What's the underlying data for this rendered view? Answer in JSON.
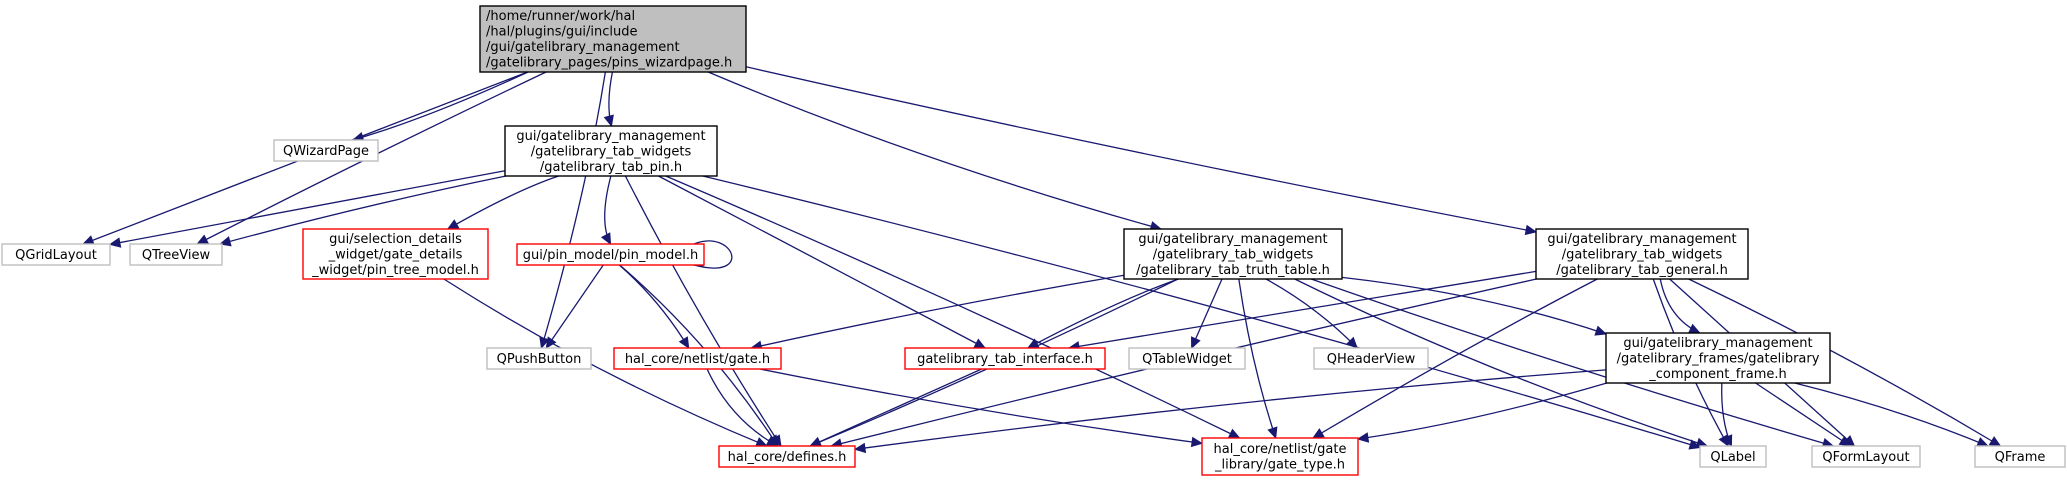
{
  "nodes": {
    "root": {
      "lines": [
        "/home/runner/work/hal",
        "/hal/plugins/gui/include",
        "/gui/gatelibrary_management",
        "/gatelibrary_pages/pins_wizardpage.h"
      ],
      "fill": "#bfbfbf",
      "stroke": "#000000"
    },
    "qwizardpage": {
      "lines": [
        "QWizardPage"
      ],
      "fill": "#ffffff",
      "stroke": "#bfbfbf"
    },
    "tab_pin": {
      "lines": [
        "gui/gatelibrary_management",
        "/gatelibrary_tab_widgets",
        "/gatelibrary_tab_pin.h"
      ],
      "fill": "#ffffff",
      "stroke": "#000000"
    },
    "qgridlayout": {
      "lines": [
        "QGridLayout"
      ],
      "fill": "#ffffff",
      "stroke": "#bfbfbf"
    },
    "qtreeview": {
      "lines": [
        "QTreeView"
      ],
      "fill": "#ffffff",
      "stroke": "#bfbfbf"
    },
    "pin_tree_model": {
      "lines": [
        "gui/selection_details",
        "_widget/gate_details",
        "_widget/pin_tree_model.h"
      ],
      "fill": "#ffffff",
      "stroke": "#ff0000"
    },
    "pin_model": {
      "lines": [
        "gui/pin_model/pin_model.h"
      ],
      "fill": "#ffffff",
      "stroke": "#ff0000"
    },
    "qpushbutton": {
      "lines": [
        "QPushButton"
      ],
      "fill": "#ffffff",
      "stroke": "#bfbfbf"
    },
    "gate_h": {
      "lines": [
        "hal_core/netlist/gate.h"
      ],
      "fill": "#ffffff",
      "stroke": "#ff0000"
    },
    "tab_interface": {
      "lines": [
        "gatelibrary_tab_interface.h"
      ],
      "fill": "#ffffff",
      "stroke": "#ff0000"
    },
    "defines": {
      "lines": [
        "hal_core/defines.h"
      ],
      "fill": "#ffffff",
      "stroke": "#ff0000"
    },
    "gate_type": {
      "lines": [
        "hal_core/netlist/gate",
        "_library/gate_type.h"
      ],
      "fill": "#ffffff",
      "stroke": "#ff0000"
    },
    "tab_truth": {
      "lines": [
        "gui/gatelibrary_management",
        "/gatelibrary_tab_widgets",
        "/gatelibrary_tab_truth_table.h"
      ],
      "fill": "#ffffff",
      "stroke": "#000000"
    },
    "tab_general": {
      "lines": [
        "gui/gatelibrary_management",
        "/gatelibrary_tab_widgets",
        "/gatelibrary_tab_general.h"
      ],
      "fill": "#ffffff",
      "stroke": "#000000"
    },
    "qtablewidget": {
      "lines": [
        "QTableWidget"
      ],
      "fill": "#ffffff",
      "stroke": "#bfbfbf"
    },
    "qheaderview": {
      "lines": [
        "QHeaderView"
      ],
      "fill": "#ffffff",
      "stroke": "#bfbfbf"
    },
    "component_frame": {
      "lines": [
        "gui/gatelibrary_management",
        "/gatelibrary_frames/gatelibrary",
        "_component_frame.h"
      ],
      "fill": "#ffffff",
      "stroke": "#000000"
    },
    "qlabel": {
      "lines": [
        "QLabel"
      ],
      "fill": "#ffffff",
      "stroke": "#bfbfbf"
    },
    "qformlayout": {
      "lines": [
        "QFormLayout"
      ],
      "fill": "#ffffff",
      "stroke": "#bfbfbf"
    },
    "qframe": {
      "lines": [
        "QFrame"
      ],
      "fill": "#ffffff",
      "stroke": "#bfbfbf"
    }
  },
  "edges": [
    [
      "root",
      "qwizardpage"
    ],
    [
      "root",
      "tab_pin"
    ],
    [
      "root",
      "qgridlayout"
    ],
    [
      "root",
      "qtreeview"
    ],
    [
      "root",
      "qpushbutton"
    ],
    [
      "root",
      "tab_truth"
    ],
    [
      "root",
      "tab_general"
    ],
    [
      "tab_pin",
      "qgridlayout"
    ],
    [
      "tab_pin",
      "qtreeview"
    ],
    [
      "tab_pin",
      "pin_tree_model"
    ],
    [
      "tab_pin",
      "pin_model"
    ],
    [
      "tab_pin",
      "defines"
    ],
    [
      "tab_pin",
      "tab_interface"
    ],
    [
      "tab_pin",
      "gate_type"
    ],
    [
      "tab_pin",
      "qlabel"
    ],
    [
      "pin_tree_model",
      "defines"
    ],
    [
      "pin_model",
      "pin_model"
    ],
    [
      "pin_model",
      "qpushbutton"
    ],
    [
      "pin_model",
      "gate_h"
    ],
    [
      "pin_model",
      "defines"
    ],
    [
      "gate_h",
      "defines"
    ],
    [
      "gate_h",
      "gate_type"
    ],
    [
      "tab_interface",
      "defines"
    ],
    [
      "tab_truth",
      "gate_h"
    ],
    [
      "tab_truth",
      "tab_interface"
    ],
    [
      "tab_truth",
      "defines"
    ],
    [
      "tab_truth",
      "gate_type"
    ],
    [
      "tab_truth",
      "qtablewidget"
    ],
    [
      "tab_truth",
      "qheaderview"
    ],
    [
      "tab_truth",
      "component_frame"
    ],
    [
      "tab_truth",
      "qlabel"
    ],
    [
      "tab_truth",
      "qformlayout"
    ],
    [
      "tab_general",
      "tab_interface"
    ],
    [
      "tab_general",
      "defines"
    ],
    [
      "tab_general",
      "gate_type"
    ],
    [
      "tab_general",
      "component_frame"
    ],
    [
      "tab_general",
      "qlabel"
    ],
    [
      "tab_general",
      "qformlayout"
    ],
    [
      "tab_general",
      "qframe"
    ],
    [
      "component_frame",
      "defines"
    ],
    [
      "component_frame",
      "gate_type"
    ],
    [
      "component_frame",
      "qlabel"
    ],
    [
      "component_frame",
      "qformlayout"
    ],
    [
      "component_frame",
      "qframe"
    ]
  ]
}
